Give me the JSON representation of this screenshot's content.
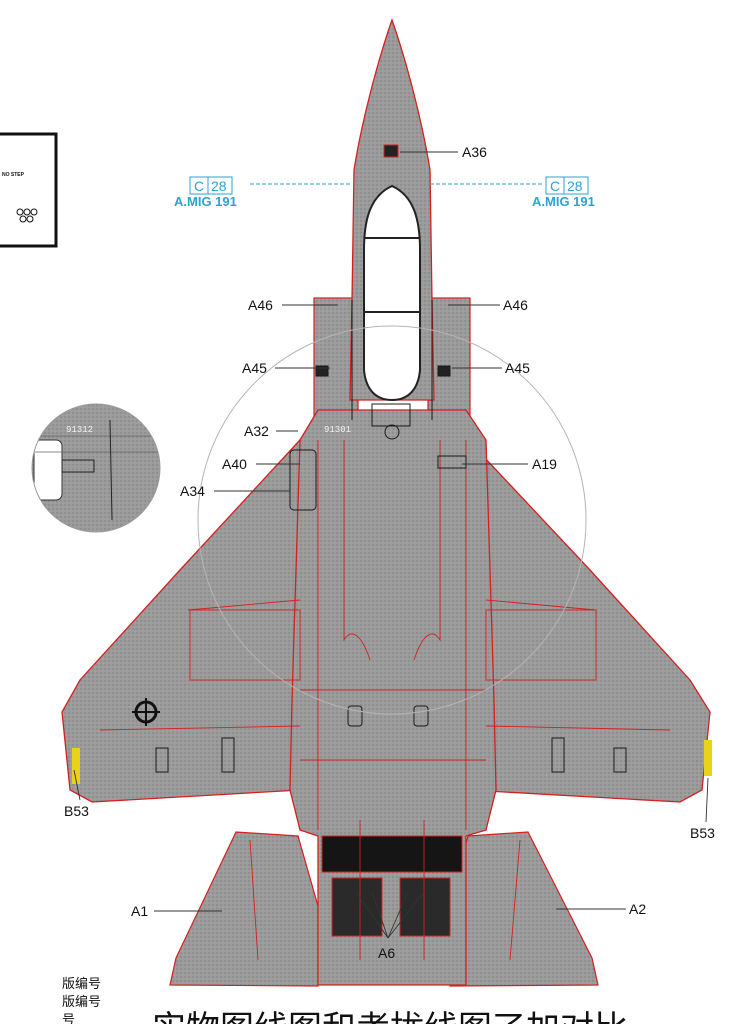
{
  "callouts": {
    "a36": "A36",
    "a46_left": "A46",
    "a46_right": "A46",
    "a45_left": "A45",
    "a45_right": "A45",
    "a32": "A32",
    "a40": "A40",
    "a34": "A34",
    "a19": "A19",
    "b53_left": "B53",
    "b53_right": "B53",
    "a1": "A1",
    "a2": "A2",
    "a6": "A6"
  },
  "stencil_markers": {
    "left": {
      "letter": "C",
      "number": "28",
      "name": "A.MIG 191"
    },
    "right": {
      "letter": "C",
      "number": "28",
      "name": "A.MIG 191"
    }
  },
  "detail_inset": {
    "serial": "91312"
  },
  "airframe_serial": "91301",
  "no_step_label": "NO STEP",
  "side_notes": [
    "版编号",
    "版编号",
    "号"
  ],
  "caption": "实物图线图和考拢线图了加对比",
  "colors": {
    "airframe_fill": "#9a9a9a",
    "panel_line": "#d42020",
    "callout_blue": "#2ea3d2",
    "warning_yellow": "#e8d21a"
  }
}
